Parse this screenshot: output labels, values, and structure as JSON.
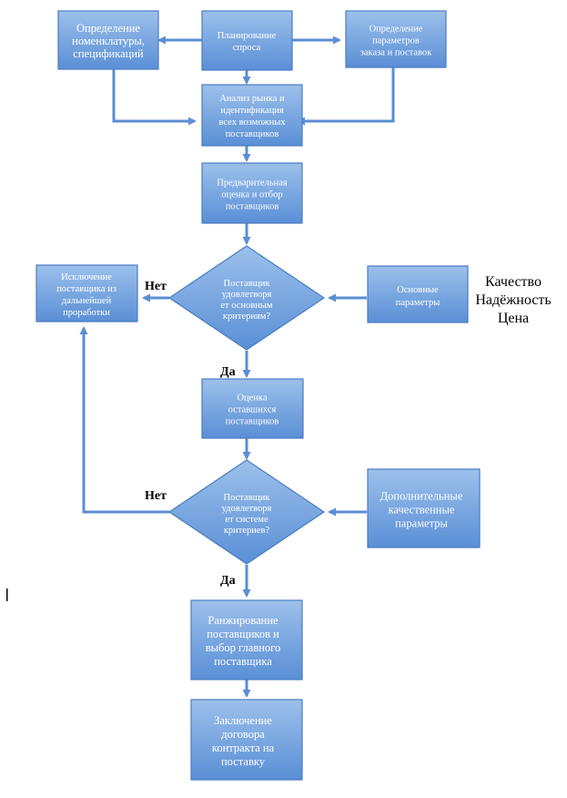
{
  "colors": {
    "box_fill_top": "#9cc0eb",
    "box_fill_bottom": "#5a8fd6",
    "box_stroke": "#4a7cc2",
    "arrow": "#5b8ed3",
    "text": "#ffffff"
  },
  "boxes": {
    "nomenclature": [
      "Определение",
      "номенклатуры,",
      "спецификаций"
    ],
    "demand_planning": [
      "Планирование",
      "спроса"
    ],
    "order_params": [
      "Определение",
      "параметров",
      "заказа и поставок"
    ],
    "market_analysis": [
      "Анализ рынка и",
      "идентификация",
      "всех возможных",
      "поставщиков"
    ],
    "preliminary": [
      "Предварительная",
      "оценка и отбор",
      "поставщиков"
    ],
    "exclusion": [
      "Исключение",
      "поставщика из",
      "дальнейшей",
      "проработки"
    ],
    "basic_params": [
      "Основные",
      "параметры"
    ],
    "evaluate_remaining": [
      "Оценка",
      "оставшихся",
      "поставщиков"
    ],
    "extra_params": [
      "Дополнительные",
      "качественные",
      "параметры"
    ],
    "ranking": [
      "Ранжирование",
      "поставщиков и",
      "выбор главного",
      "поставщика"
    ],
    "contract": [
      "Заключение",
      "договора",
      "контракта на",
      "поставку"
    ]
  },
  "decisions": {
    "basic_criteria": [
      "Поставщик",
      "удовлетворя",
      "ет основным",
      "критериям?"
    ],
    "criteria_system": [
      "Поставщик",
      "удовлетворя",
      "ет системе",
      "критериев?"
    ]
  },
  "labels": {
    "no_1": "Нет",
    "yes_1": "Да",
    "no_2": "Нет",
    "yes_2": "Да"
  },
  "basic_criteria_list": [
    "Качество",
    "Надёжность",
    "Цена"
  ]
}
